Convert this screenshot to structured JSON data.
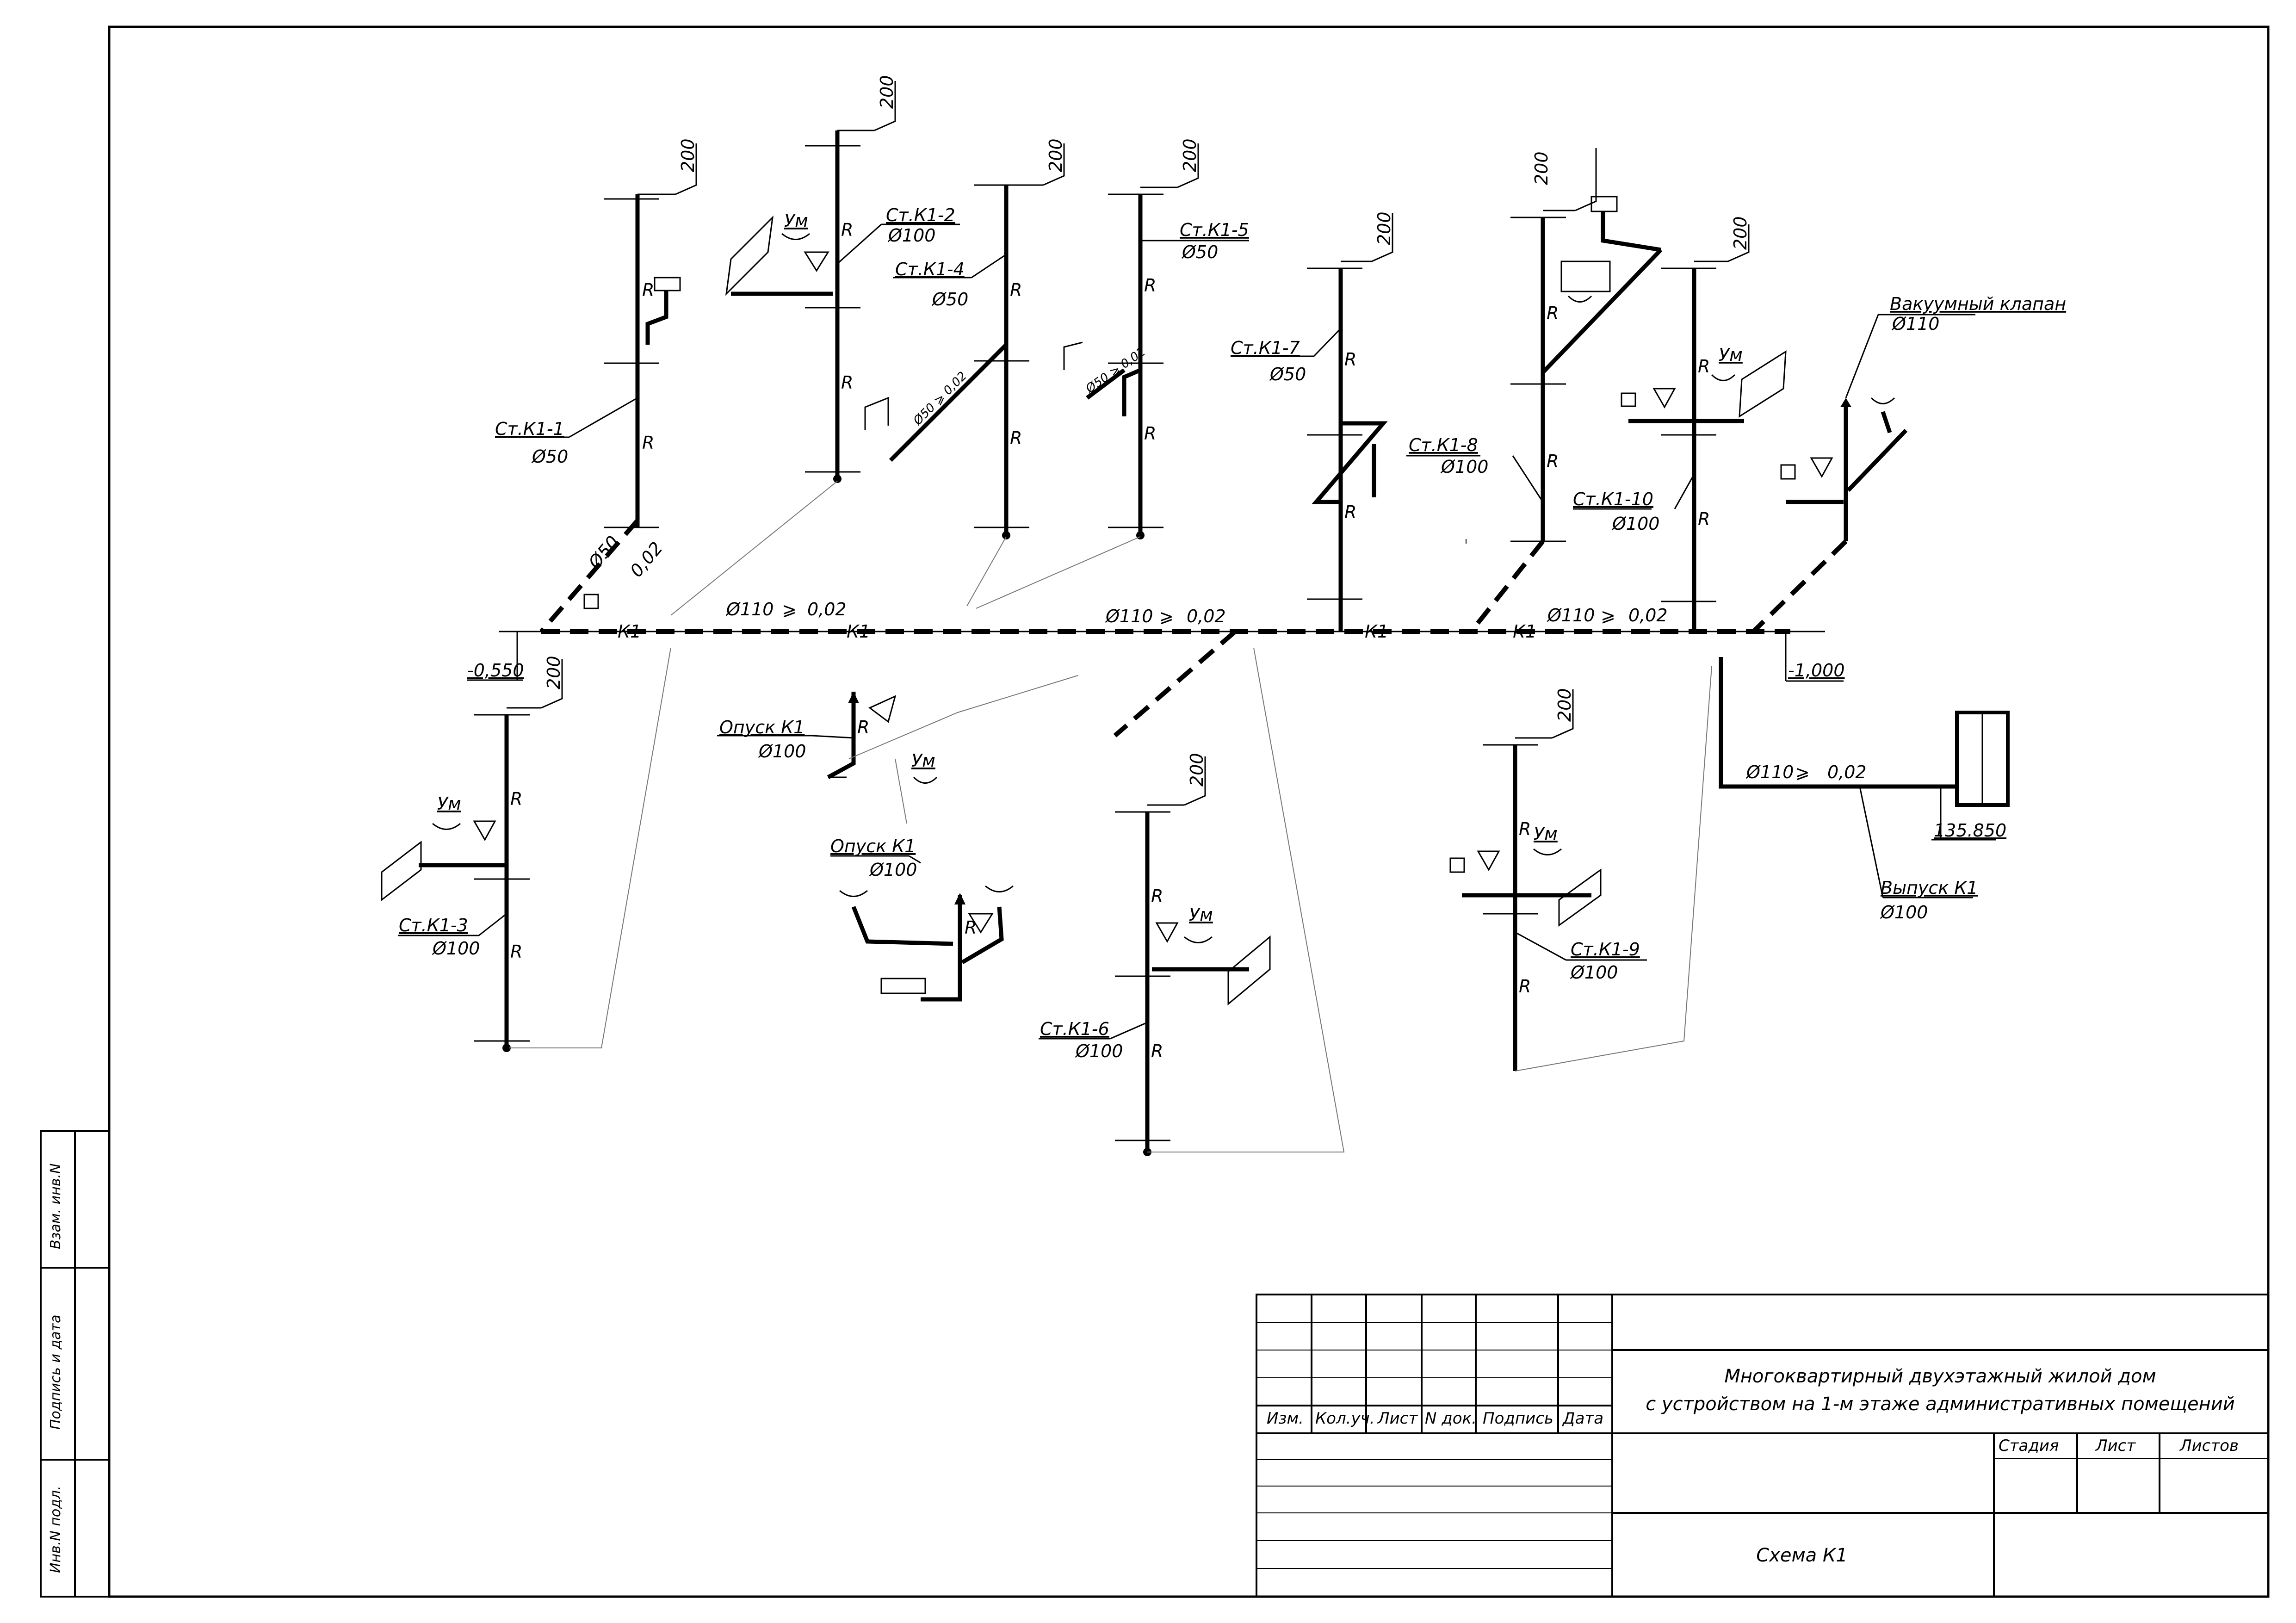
{
  "title_block": {
    "project_line1": "Многоквартирный двухэтажный жилой дом",
    "project_line2": "с устройством на 1-м этаже административных помещений",
    "sheet_name": "Схема К1",
    "columns": [
      "Изм.",
      "Кол.уч.",
      "Лист",
      "N док.",
      "Подпись",
      "Дата"
    ],
    "stage_headers": [
      "Стадия",
      "Лист",
      "Листов"
    ]
  },
  "side_stamp": {
    "field1": "Взам. инв.N",
    "field2": "Подпись и дата",
    "field3": "Инв.N подл."
  },
  "main_line": {
    "code": "К1",
    "diameter": "Ø110",
    "slope": "0,02",
    "slope_symbol": "⩾",
    "left_level": "-0,550",
    "right_level": "-1,000"
  },
  "risers": [
    {
      "name": "Ст.К1-1",
      "diameter": "Ø50",
      "height": "200"
    },
    {
      "name": "Ст.К1-2",
      "diameter": "Ø100",
      "height": "200"
    },
    {
      "name": "Ст.К1-3",
      "diameter": "Ø100",
      "height": "200"
    },
    {
      "name": "Ст.К1-4",
      "diameter": "Ø50",
      "height": "200"
    },
    {
      "name": "Ст.К1-5",
      "diameter": "Ø50",
      "height": "200"
    },
    {
      "name": "Ст.К1-6",
      "diameter": "Ø100",
      "height": "200"
    },
    {
      "name": "Ст.К1-7",
      "diameter": "Ø50",
      "height": "200"
    },
    {
      "name": "Ст.К1-8",
      "diameter": "Ø100",
      "height": "200"
    },
    {
      "name": "Ст.К1-9",
      "diameter": "Ø100",
      "height": "200"
    },
    {
      "name": "Ст.К1-10",
      "diameter": "Ø100",
      "height": "200"
    }
  ],
  "drops": [
    {
      "name": "Опуск К1",
      "diameter": "Ø100"
    },
    {
      "name": "Опуск К1",
      "diameter": "Ø100"
    }
  ],
  "branch_labels": {
    "k11_diam": "Ø50",
    "k11_slope": "0,02",
    "k14_branch": "Ø50 ⩾ 0,02",
    "k15_branch": "Ø50 ⩾ 0,02",
    "mid_diam": "Ø110",
    "mid_slope": "0,02",
    "right_diam": "Ø110",
    "right_slope": "0,02"
  },
  "vacuum_valve": {
    "label": "Вакуумный клапан",
    "diameter": "Ø110"
  },
  "outlet": {
    "name": "Выпуск К1",
    "diameter": "Ø100",
    "pipe_diameter": "Ø110",
    "slope": "0,02",
    "level": "135.850"
  },
  "fixture_label": "Ум",
  "revision_mark": "R"
}
